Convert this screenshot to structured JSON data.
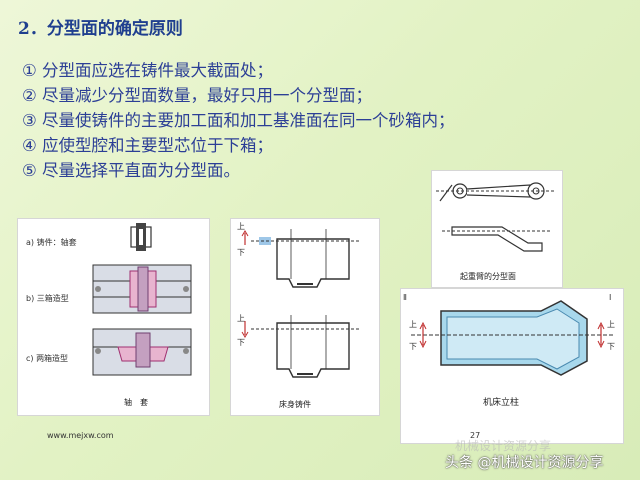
{
  "slide": {
    "title": "2．分型面的确定原则",
    "principles": [
      "① 分型面应选在铸件最大截面处；",
      "② 尽量减少分型面数量，最好只用一个分型面；",
      "③ 尽量使铸件的主要加工面和加工基准面在同一个砂箱内；",
      "④ 应使型腔和主要型芯位于下箱；",
      "⑤ 尽量选择平直面为分型面。"
    ]
  },
  "figure_axle_sleeve": {
    "label_a": "a) 铸件：轴套",
    "label_b": "b) 三箱造型",
    "label_c": "c) 两箱造型",
    "caption": "轴　套"
  },
  "figure_bed_casting": {
    "upper_label": "上",
    "lower_label": "下",
    "caption": "床身铸件"
  },
  "figure_crane_arm": {
    "caption": "起重臂的分型面"
  },
  "figure_column": {
    "left_mark": "Ⅱ",
    "right_mark": "Ⅰ",
    "upper_label": "上",
    "lower_label": "下",
    "caption": "机床立柱"
  },
  "footer": {
    "url": "www.mejxw.com",
    "page": "27",
    "watermark": "头条 @机械设计资源分享",
    "faint_text": "机械设计资源分享"
  }
}
